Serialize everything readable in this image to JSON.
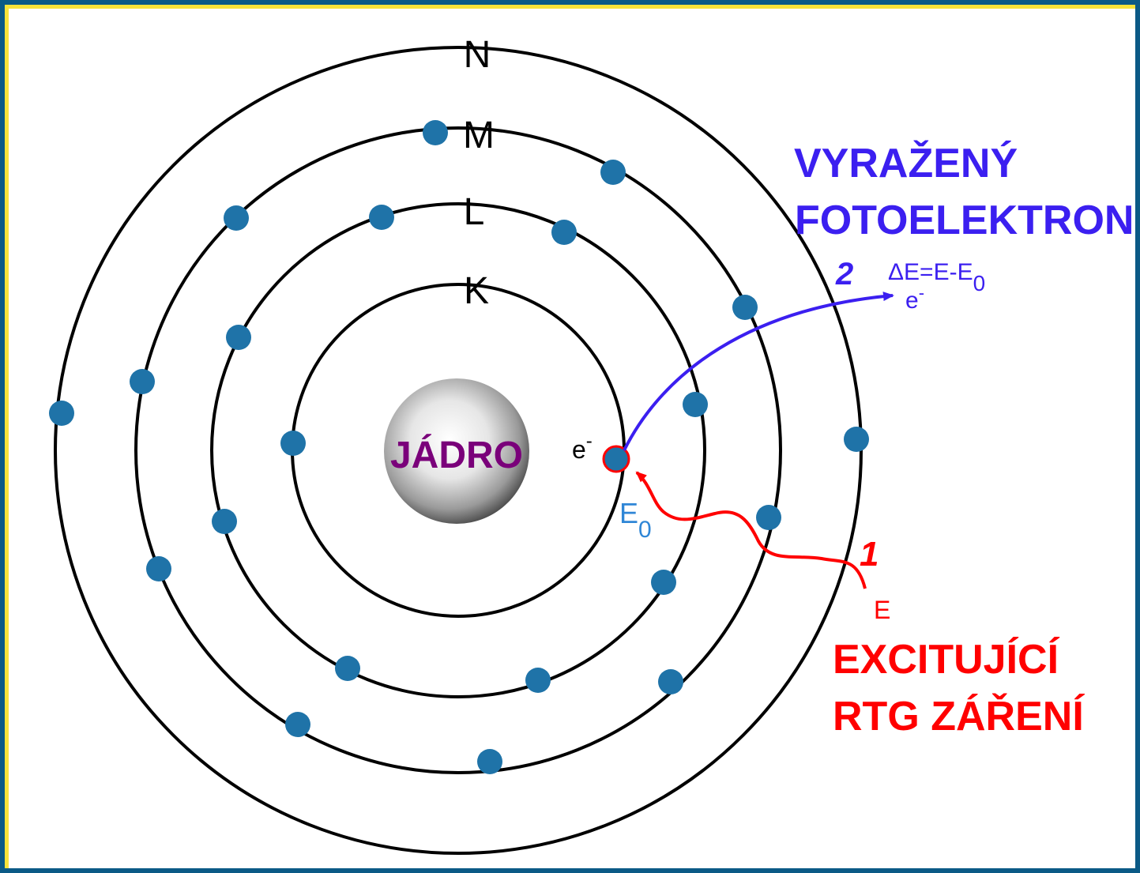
{
  "colors": {
    "frame_outer": "#0b5a86",
    "frame_inner": "#f7e33a",
    "orbit": "#000000",
    "electron": "#1f73a8",
    "nucleus_label": "#7a007a",
    "photoelectron": "#3b1ff0",
    "xray": "#ff0000",
    "e0_label": "#2f86d6"
  },
  "shells": [
    "K",
    "L",
    "M",
    "N"
  ],
  "nucleus": {
    "label": "JÁDRO"
  },
  "electron": {
    "base": "e",
    "sup": "-"
  },
  "energy": {
    "base": "E",
    "sub": "0"
  },
  "photoelectron": {
    "title_line1": "VYRAŽENÝ",
    "title_line2": "FOTOELEKTRON",
    "step": "2",
    "delta": "ΔE=E-E",
    "delta_sub": "0",
    "e_base": "e",
    "e_sup": "-"
  },
  "xray": {
    "step": "1",
    "energy": "E",
    "title_line1": "EXCITUJÍCÍ",
    "title_line2": "RTG ZÁŘENÍ"
  }
}
